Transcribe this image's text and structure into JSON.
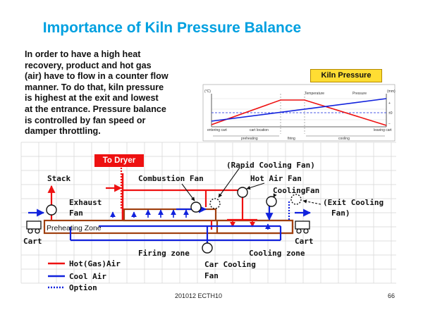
{
  "title": "Importance of Kiln Pressure Balance",
  "intro_lines": [
    "In order to have a high heat",
    "recovery, product and hot gas",
    "(air) have to flow in a counter flow",
    "manner. To do that, kiln pressure",
    "is highest at the exit and lowest",
    "at the entrance. Pressure balance",
    "is controlled by fan speed or",
    "damper throttling."
  ],
  "kiln_pressure_label": "Kiln Pressure",
  "mini_chart": {
    "y_left_label": "(°C)",
    "y_right_label": "(mm)",
    "temperature_label": "Temperature",
    "pressure_label": "Pressure",
    "plus_label": "+",
    "zero_label": "±0",
    "minus_label": "−",
    "entering_cart": "entering cart",
    "cart_location": "cart location",
    "leaving_cart": "leaving cart",
    "preheating": "preheating",
    "firing": "firing",
    "cooling": "cooling"
  },
  "to_dryer": "To Dryer",
  "labels": {
    "stack": "Stack",
    "combustion_fan": "Combustion Fan",
    "rapid_cooling_fan": "(Rapid Cooling Fan)",
    "hot_air_fan": "Hot Air Fan",
    "cooling_fan": "CoolingFan",
    "exhaust_fan_1": "Exhaust",
    "exhaust_fan_2": "Fan",
    "exit_cooling_fan_1": "(Exit Cooling",
    "exit_cooling_fan_2": "Fan)",
    "preheating_zone": "Preheating Zone",
    "cart_left": "Cart",
    "cart_right": "Cart",
    "firing_zone": "Firing zone",
    "cooling_zone": "Cooling zone",
    "car_cooling_fan_1": "Car Cooling",
    "car_cooling_fan_2": "Fan"
  },
  "legend": [
    {
      "label": "Hot(Gas)Air",
      "color": "#ee1111",
      "style": "solid"
    },
    {
      "label": "Cool Air",
      "color": "#1122dd",
      "style": "solid"
    },
    {
      "label": "Option",
      "color": "#1122dd",
      "style": "dotted"
    }
  ],
  "colors": {
    "hot": "#ee1111",
    "cool": "#1122dd",
    "kiln_border": "#a04010",
    "title": "#00a0e0"
  },
  "footer": "201012 ECTH10",
  "page_number": "66"
}
